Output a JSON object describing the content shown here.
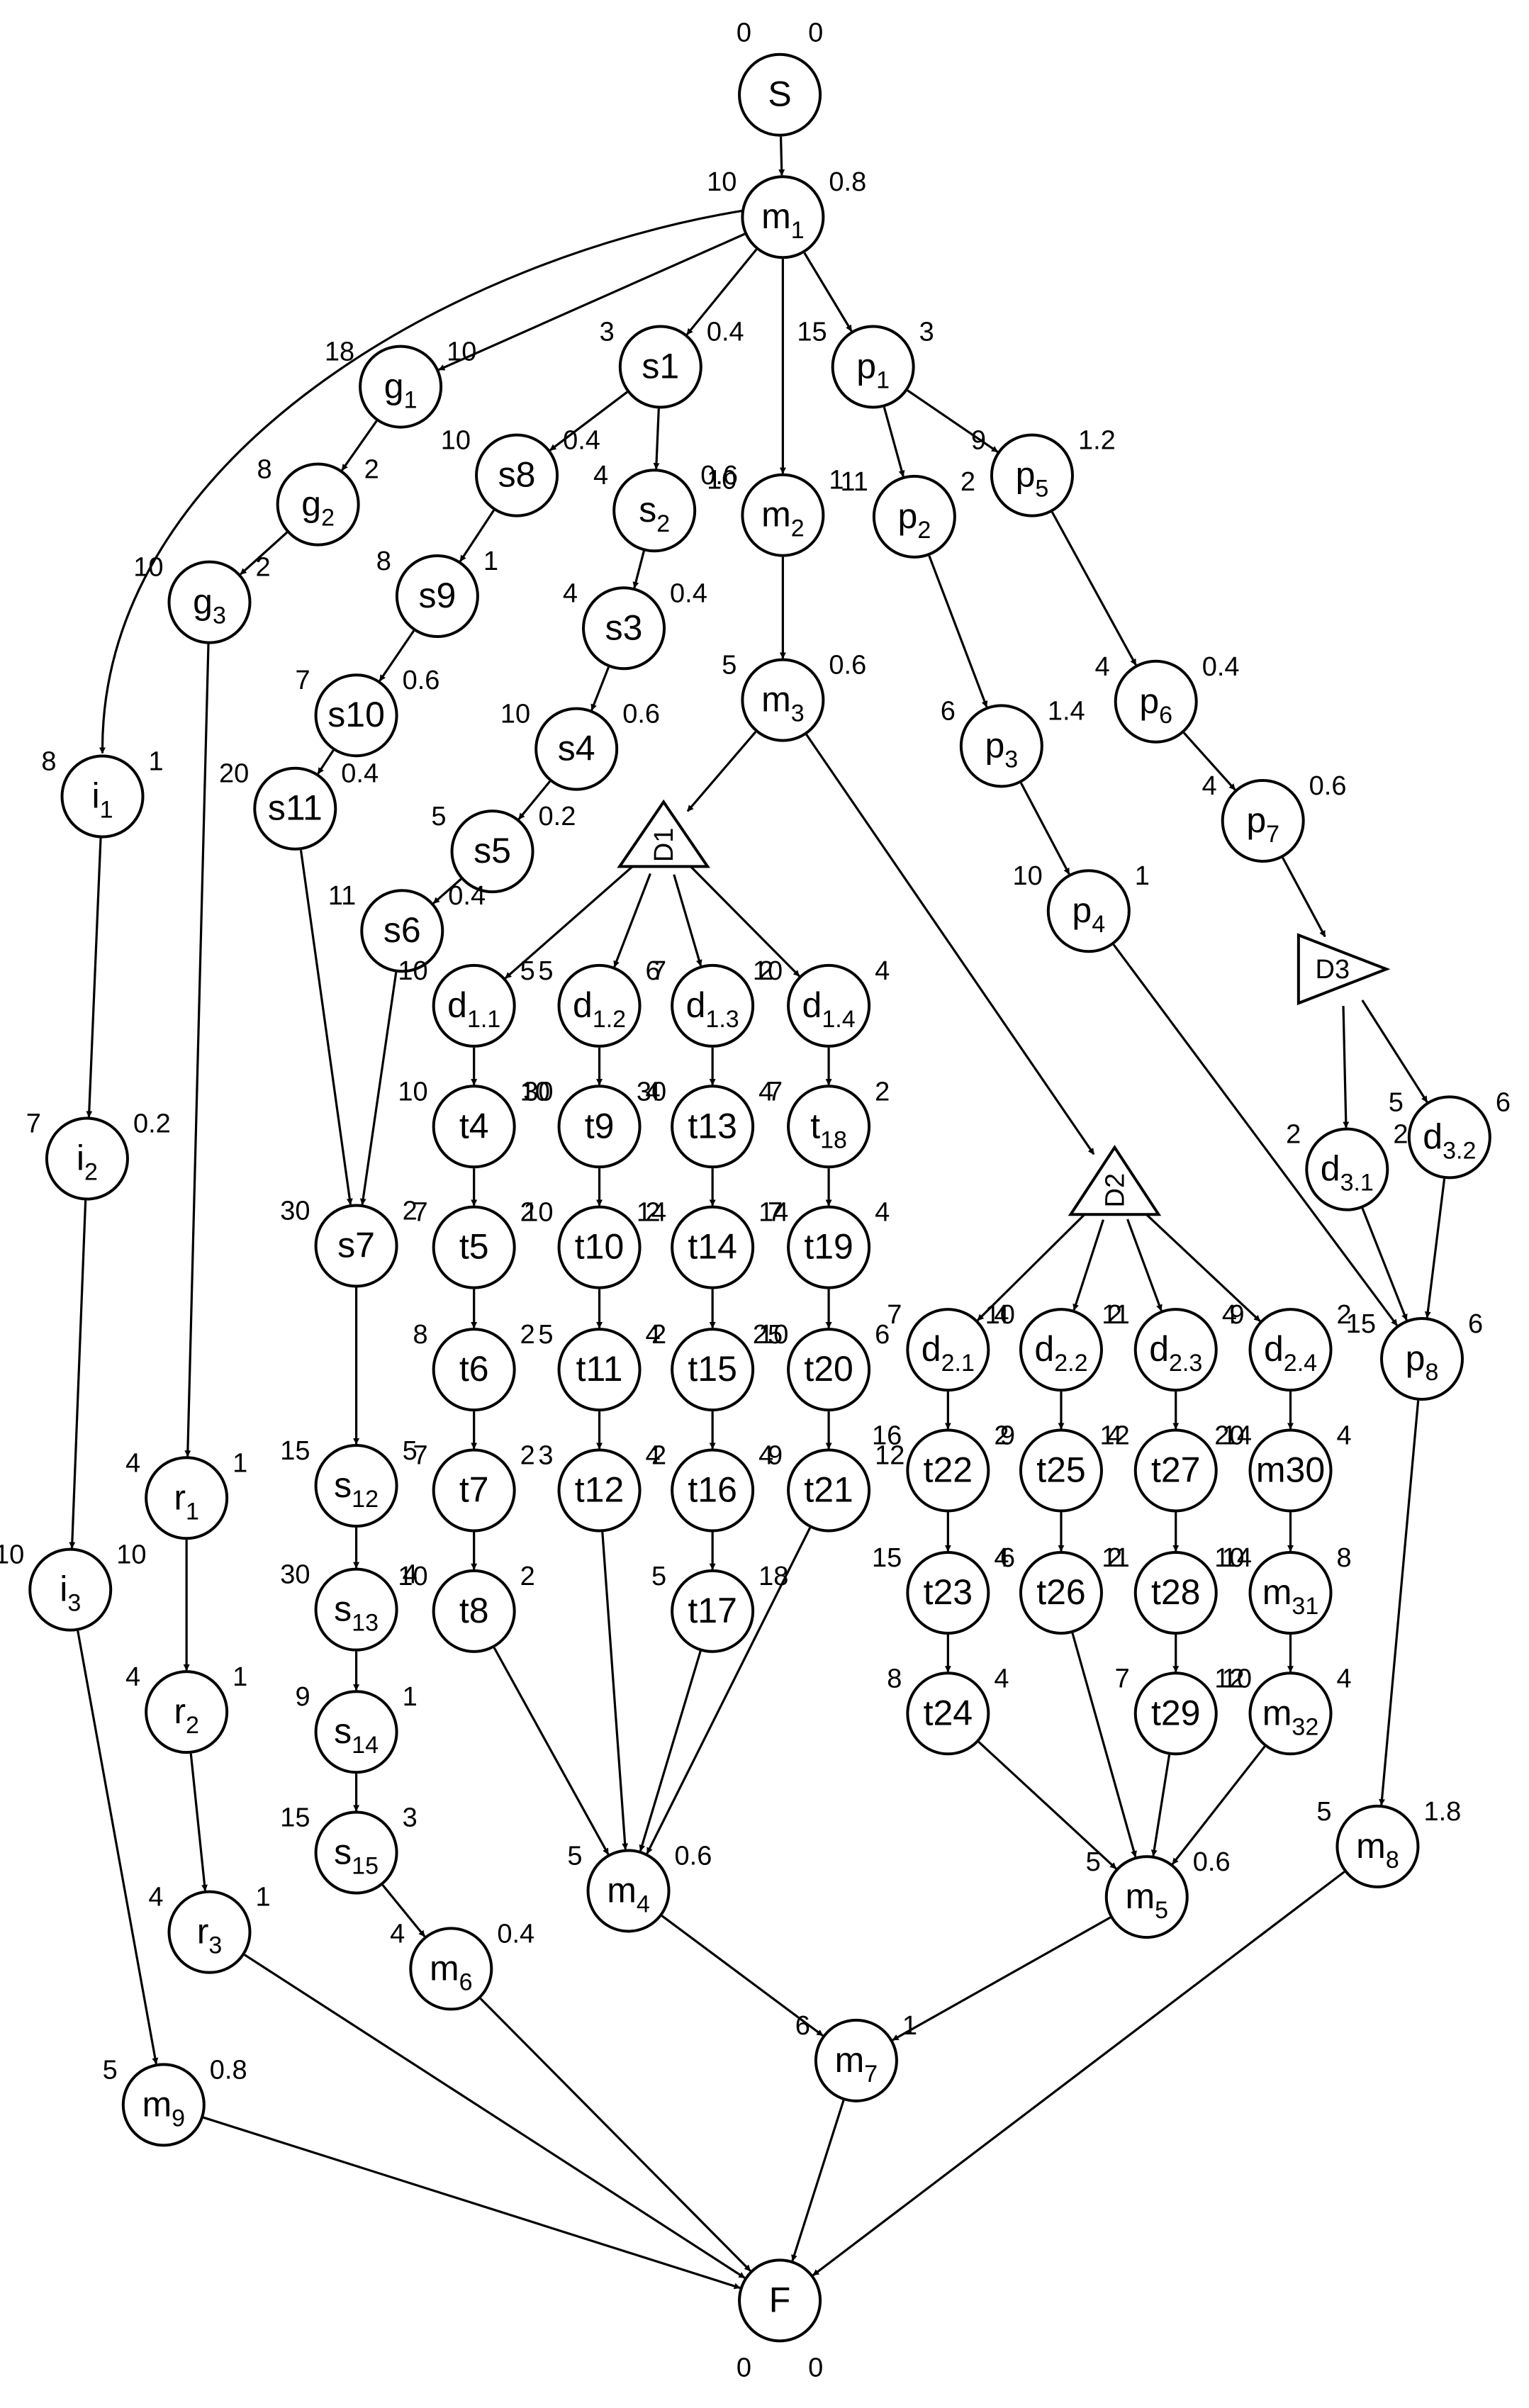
{
  "diagram": {
    "nodes": [
      {
        "id": "S",
        "label": "S",
        "sub": "",
        "left": "0",
        "right": "0",
        "shape": "circle"
      },
      {
        "id": "m1",
        "label": "m",
        "sub": "1",
        "left": "10",
        "right": "0.8",
        "shape": "circle"
      },
      {
        "id": "g1",
        "label": "g",
        "sub": "1",
        "left": "18",
        "right": "10",
        "shape": "circle"
      },
      {
        "id": "g2",
        "label": "g",
        "sub": "2",
        "left": "8",
        "right": "2",
        "shape": "circle"
      },
      {
        "id": "g3",
        "label": "g",
        "sub": "3",
        "left": "10",
        "right": "2",
        "shape": "circle"
      },
      {
        "id": "i1",
        "label": "i",
        "sub": "1",
        "left": "8",
        "right": "1",
        "shape": "circle"
      },
      {
        "id": "i2",
        "label": "i",
        "sub": "2",
        "left": "7",
        "right": "0.2",
        "shape": "circle"
      },
      {
        "id": "i3",
        "label": "i",
        "sub": "3",
        "left": "10",
        "right": "10",
        "shape": "circle"
      },
      {
        "id": "m9",
        "label": "m",
        "sub": "9",
        "left": "5",
        "right": "0.8",
        "shape": "circle"
      },
      {
        "id": "r1",
        "label": "r",
        "sub": "1",
        "left": "4",
        "right": "1",
        "shape": "circle"
      },
      {
        "id": "r2",
        "label": "r",
        "sub": "2",
        "left": "4",
        "right": "1",
        "shape": "circle"
      },
      {
        "id": "r3",
        "label": "r",
        "sub": "3",
        "left": "4",
        "right": "1",
        "shape": "circle"
      },
      {
        "id": "s1",
        "label": "s1",
        "sub": "",
        "left": "3",
        "right": "0.4",
        "shape": "circle"
      },
      {
        "id": "s2",
        "label": "s",
        "sub": "2",
        "left": "4",
        "right": "0.6",
        "shape": "circle"
      },
      {
        "id": "s3",
        "label": "s3",
        "sub": "",
        "left": "4",
        "right": "0.4",
        "shape": "circle"
      },
      {
        "id": "s4",
        "label": "s4",
        "sub": "",
        "left": "10",
        "right": "0.6",
        "shape": "circle"
      },
      {
        "id": "s5",
        "label": "s5",
        "sub": "",
        "left": "5",
        "right": "0.2",
        "shape": "circle"
      },
      {
        "id": "s6",
        "label": "s6",
        "sub": "",
        "left": "11",
        "right": "0.4",
        "shape": "circle"
      },
      {
        "id": "s8",
        "label": "s8",
        "sub": "",
        "left": "10",
        "right": "0.4",
        "shape": "circle"
      },
      {
        "id": "s9",
        "label": "s9",
        "sub": "",
        "left": "8",
        "right": "1",
        "shape": "circle"
      },
      {
        "id": "s10",
        "label": "s10",
        "sub": "",
        "left": "7",
        "right": "0.6",
        "shape": "circle"
      },
      {
        "id": "s11",
        "label": "s11",
        "sub": "",
        "left": "20",
        "right": "0.4",
        "shape": "circle"
      },
      {
        "id": "s7",
        "label": "s7",
        "sub": "",
        "left": "30",
        "right": "2",
        "shape": "circle"
      },
      {
        "id": "s12",
        "label": "s",
        "sub": "12",
        "left": "15",
        "right": "5",
        "shape": "circle"
      },
      {
        "id": "s13",
        "label": "s",
        "sub": "13",
        "left": "30",
        "right": "4",
        "shape": "circle"
      },
      {
        "id": "s14",
        "label": "s",
        "sub": "14",
        "left": "9",
        "right": "1",
        "shape": "circle"
      },
      {
        "id": "s15",
        "label": "s",
        "sub": "15",
        "left": "15",
        "right": "3",
        "shape": "circle"
      },
      {
        "id": "m6",
        "label": "m",
        "sub": "6",
        "left": "4",
        "right": "0.4",
        "shape": "circle"
      },
      {
        "id": "m2",
        "label": "m",
        "sub": "2",
        "left": "10",
        "right": "1",
        "shape": "circle"
      },
      {
        "id": "m3",
        "label": "m",
        "sub": "3",
        "left": "5",
        "right": "0.6",
        "shape": "circle"
      },
      {
        "id": "D1",
        "label": "D1",
        "sub": "",
        "left": "",
        "right": "",
        "shape": "tri-down"
      },
      {
        "id": "d11",
        "label": "d",
        "sub": "1.1",
        "left": "10",
        "right": "5",
        "shape": "circle"
      },
      {
        "id": "d12",
        "label": "d",
        "sub": "1.2",
        "left": "5",
        "right": "6",
        "shape": "circle"
      },
      {
        "id": "d13",
        "label": "d",
        "sub": "1.3",
        "left": "7",
        "right": "2",
        "shape": "circle"
      },
      {
        "id": "d14",
        "label": "d",
        "sub": "1.4",
        "left": "10",
        "right": "4",
        "shape": "circle"
      },
      {
        "id": "t4",
        "label": "t4",
        "sub": "",
        "left": "10",
        "right": "10",
        "shape": "circle"
      },
      {
        "id": "t5",
        "label": "t5",
        "sub": "",
        "left": "7",
        "right": "2",
        "shape": "circle"
      },
      {
        "id": "t6",
        "label": "t6",
        "sub": "",
        "left": "8",
        "right": "2",
        "shape": "circle"
      },
      {
        "id": "t7",
        "label": "t7",
        "sub": "",
        "left": "7",
        "right": "2",
        "shape": "circle"
      },
      {
        "id": "t8",
        "label": "t8",
        "sub": "",
        "left": "10",
        "right": "2",
        "shape": "circle"
      },
      {
        "id": "t9",
        "label": "t9",
        "sub": "",
        "left": "30",
        "right": "4",
        "shape": "circle"
      },
      {
        "id": "t10",
        "label": "t10",
        "sub": "",
        "left": "10",
        "right": "2",
        "shape": "circle"
      },
      {
        "id": "t11",
        "label": "t11",
        "sub": "",
        "left": "5",
        "right": "4",
        "shape": "circle"
      },
      {
        "id": "t12",
        "label": "t12",
        "sub": "",
        "left": "3",
        "right": "4",
        "shape": "circle"
      },
      {
        "id": "t13",
        "label": "t13",
        "sub": "",
        "left": "30",
        "right": "4",
        "shape": "circle"
      },
      {
        "id": "t14",
        "label": "t14",
        "sub": "",
        "left": "14",
        "right": "14",
        "shape": "circle"
      },
      {
        "id": "t15",
        "label": "t15",
        "sub": "",
        "left": "2",
        "right": "10",
        "shape": "circle"
      },
      {
        "id": "t16",
        "label": "t16",
        "sub": "",
        "left": "2",
        "right": "4",
        "shape": "circle"
      },
      {
        "id": "t17",
        "label": "t17",
        "sub": "",
        "left": "5",
        "right": "18",
        "shape": "circle"
      },
      {
        "id": "t18",
        "label": "t",
        "sub": "18",
        "left": "7",
        "right": "2",
        "shape": "circle"
      },
      {
        "id": "t19",
        "label": "t19",
        "sub": "",
        "left": "7",
        "right": "4",
        "shape": "circle"
      },
      {
        "id": "t20",
        "label": "t20",
        "sub": "",
        "left": "25",
        "right": "6",
        "shape": "circle"
      },
      {
        "id": "t21",
        "label": "t21",
        "sub": "",
        "left": "9",
        "right": "12",
        "shape": "circle"
      },
      {
        "id": "m4",
        "label": "m",
        "sub": "4",
        "left": "5",
        "right": "0.6",
        "shape": "circle"
      },
      {
        "id": "D2",
        "label": "D2",
        "sub": "",
        "left": "",
        "right": "",
        "shape": "tri-up"
      },
      {
        "id": "d21",
        "label": "d",
        "sub": "2.1",
        "left": "7",
        "right": "4",
        "shape": "circle"
      },
      {
        "id": "d22",
        "label": "d",
        "sub": "2.2",
        "left": "10",
        "right": "2",
        "shape": "circle"
      },
      {
        "id": "d23",
        "label": "d",
        "sub": "2.3",
        "left": "11",
        "right": "4",
        "shape": "circle"
      },
      {
        "id": "d24",
        "label": "d",
        "sub": "2.4",
        "left": "9",
        "right": "2",
        "shape": "circle"
      },
      {
        "id": "t22",
        "label": "t22",
        "sub": "",
        "left": "16",
        "right": "2",
        "shape": "circle"
      },
      {
        "id": "t23",
        "label": "t23",
        "sub": "",
        "left": "15",
        "right": "4",
        "shape": "circle"
      },
      {
        "id": "t24",
        "label": "t24",
        "sub": "",
        "left": "8",
        "right": "4",
        "shape": "circle"
      },
      {
        "id": "t25",
        "label": "t25",
        "sub": "",
        "left": "9",
        "right": "4",
        "shape": "circle"
      },
      {
        "id": "t26",
        "label": "t26",
        "sub": "",
        "left": "6",
        "right": "2",
        "shape": "circle"
      },
      {
        "id": "t27",
        "label": "t27",
        "sub": "",
        "left": "12",
        "right": "14",
        "shape": "circle"
      },
      {
        "id": "t28",
        "label": "t28",
        "sub": "",
        "left": "11",
        "right": "14",
        "shape": "circle"
      },
      {
        "id": "t29",
        "label": "t29",
        "sub": "",
        "left": "7",
        "right": "10",
        "shape": "circle"
      },
      {
        "id": "m30",
        "label": "m30",
        "sub": "",
        "left": "20",
        "right": "4",
        "shape": "circle"
      },
      {
        "id": "m31",
        "label": "m",
        "sub": "31",
        "left": "10",
        "right": "8",
        "shape": "circle"
      },
      {
        "id": "m32",
        "label": "m",
        "sub": "32",
        "left": "12",
        "right": "4",
        "shape": "circle"
      },
      {
        "id": "m5",
        "label": "m",
        "sub": "5",
        "left": "5",
        "right": "0.6",
        "shape": "circle"
      },
      {
        "id": "m7",
        "label": "m",
        "sub": "7",
        "left": "6",
        "right": "1",
        "shape": "circle"
      },
      {
        "id": "p1",
        "label": "p",
        "sub": "1",
        "left": "15",
        "right": "3",
        "shape": "circle"
      },
      {
        "id": "p2",
        "label": "p",
        "sub": "2",
        "left": "11",
        "right": "2",
        "shape": "circle"
      },
      {
        "id": "p3",
        "label": "p",
        "sub": "3",
        "left": "6",
        "right": "1.4",
        "shape": "circle"
      },
      {
        "id": "p4",
        "label": "p",
        "sub": "4",
        "left": "10",
        "right": "1",
        "shape": "circle"
      },
      {
        "id": "p5",
        "label": "p",
        "sub": "5",
        "left": "9",
        "right": "1.2",
        "shape": "circle"
      },
      {
        "id": "p6",
        "label": "p",
        "sub": "6",
        "left": "4",
        "right": "0.4",
        "shape": "circle"
      },
      {
        "id": "p7",
        "label": "p",
        "sub": "7",
        "left": "4",
        "right": "0.6",
        "shape": "circle"
      },
      {
        "id": "D3",
        "label": "D3",
        "sub": "",
        "left": "",
        "right": "",
        "shape": "tri-right"
      },
      {
        "id": "d31",
        "label": "d",
        "sub": "3.1",
        "left": "2",
        "right": "2",
        "shape": "circle"
      },
      {
        "id": "d32",
        "label": "d",
        "sub": "3.2",
        "left": "5",
        "right": "6",
        "shape": "circle"
      },
      {
        "id": "p8",
        "label": "p",
        "sub": "8",
        "left": "15",
        "right": "6",
        "shape": "circle"
      },
      {
        "id": "m8",
        "label": "m",
        "sub": "8",
        "left": "5",
        "right": "1.8",
        "shape": "circle"
      },
      {
        "id": "F",
        "label": "F",
        "sub": "",
        "left": "0",
        "right": "0",
        "shape": "circle"
      }
    ],
    "edges": [
      [
        "S",
        "m1"
      ],
      [
        "m1",
        "g1"
      ],
      [
        "m1",
        "i1"
      ],
      [
        "m1",
        "s1"
      ],
      [
        "m1",
        "m2"
      ],
      [
        "m1",
        "p1"
      ],
      [
        "g1",
        "g2"
      ],
      [
        "g2",
        "g3"
      ],
      [
        "g3",
        "r1"
      ],
      [
        "r1",
        "r2"
      ],
      [
        "r2",
        "r3"
      ],
      [
        "r3",
        "F"
      ],
      [
        "i1",
        "i2"
      ],
      [
        "i2",
        "i3"
      ],
      [
        "i3",
        "m9"
      ],
      [
        "m9",
        "F"
      ],
      [
        "s1",
        "s8"
      ],
      [
        "s1",
        "s2"
      ],
      [
        "s2",
        "s3"
      ],
      [
        "s3",
        "s4"
      ],
      [
        "s4",
        "s5"
      ],
      [
        "s5",
        "s6"
      ],
      [
        "s6",
        "s7"
      ],
      [
        "s8",
        "s9"
      ],
      [
        "s9",
        "s10"
      ],
      [
        "s10",
        "s11"
      ],
      [
        "s11",
        "s7"
      ],
      [
        "s7",
        "s12"
      ],
      [
        "s12",
        "s13"
      ],
      [
        "s13",
        "s14"
      ],
      [
        "s14",
        "s15"
      ],
      [
        "s15",
        "m6"
      ],
      [
        "m6",
        "F"
      ],
      [
        "m2",
        "m3"
      ],
      [
        "m3",
        "D1"
      ],
      [
        "m3",
        "D2"
      ],
      [
        "D1",
        "d11"
      ],
      [
        "D1",
        "d12"
      ],
      [
        "D1",
        "d13"
      ],
      [
        "D1",
        "d14"
      ],
      [
        "d11",
        "t4"
      ],
      [
        "t4",
        "t5"
      ],
      [
        "t5",
        "t6"
      ],
      [
        "t6",
        "t7"
      ],
      [
        "t7",
        "t8"
      ],
      [
        "t8",
        "m4"
      ],
      [
        "d12",
        "t9"
      ],
      [
        "t9",
        "t10"
      ],
      [
        "t10",
        "t11"
      ],
      [
        "t11",
        "t12"
      ],
      [
        "t12",
        "m4"
      ],
      [
        "d13",
        "t13"
      ],
      [
        "t13",
        "t14"
      ],
      [
        "t14",
        "t15"
      ],
      [
        "t15",
        "t16"
      ],
      [
        "t16",
        "t17"
      ],
      [
        "t17",
        "m4"
      ],
      [
        "d14",
        "t18"
      ],
      [
        "t18",
        "t19"
      ],
      [
        "t19",
        "t20"
      ],
      [
        "t20",
        "t21"
      ],
      [
        "t21",
        "m4"
      ],
      [
        "m4",
        "m7"
      ],
      [
        "m7",
        "F"
      ],
      [
        "D2",
        "d21"
      ],
      [
        "D2",
        "d22"
      ],
      [
        "D2",
        "d23"
      ],
      [
        "D2",
        "d24"
      ],
      [
        "d21",
        "t22"
      ],
      [
        "t22",
        "t23"
      ],
      [
        "t23",
        "t24"
      ],
      [
        "t24",
        "m5"
      ],
      [
        "d22",
        "t25"
      ],
      [
        "t25",
        "t26"
      ],
      [
        "t26",
        "m5"
      ],
      [
        "d23",
        "t27"
      ],
      [
        "t27",
        "t28"
      ],
      [
        "t28",
        "t29"
      ],
      [
        "t29",
        "m5"
      ],
      [
        "d24",
        "m30"
      ],
      [
        "m30",
        "m31"
      ],
      [
        "m31",
        "m32"
      ],
      [
        "m32",
        "m5"
      ],
      [
        "m5",
        "m7"
      ],
      [
        "p1",
        "p2"
      ],
      [
        "p1",
        "p5"
      ],
      [
        "p2",
        "p3"
      ],
      [
        "p3",
        "p4"
      ],
      [
        "p4",
        "p8"
      ],
      [
        "p5",
        "p6"
      ],
      [
        "p6",
        "p7"
      ],
      [
        "p7",
        "D3"
      ],
      [
        "D3",
        "d31"
      ],
      [
        "D3",
        "d32"
      ],
      [
        "d31",
        "p8"
      ],
      [
        "d32",
        "p8"
      ],
      [
        "p8",
        "m8"
      ],
      [
        "m8",
        "F"
      ]
    ]
  }
}
